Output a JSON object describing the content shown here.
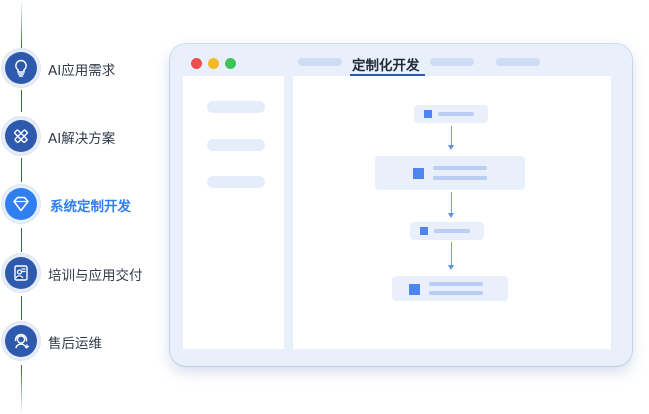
{
  "steps": [
    {
      "label": "AI应用需求",
      "icon": "lightbulb-icon"
    },
    {
      "label": "AI解决方案",
      "icon": "tools-icon"
    },
    {
      "label": "系统定制开发",
      "icon": "diamond-icon"
    },
    {
      "label": "培训与应用交付",
      "icon": "certificate-icon"
    },
    {
      "label": "售后运维",
      "icon": "headset-icon"
    }
  ],
  "active_step": "系统定制开发",
  "window": {
    "active_tab": "定制化开发"
  },
  "colors": {
    "accent": "#2f7ff0",
    "step_circle": "#2e5aae",
    "window_bg": "#e9effb",
    "flow_square": "#4f86ee"
  }
}
